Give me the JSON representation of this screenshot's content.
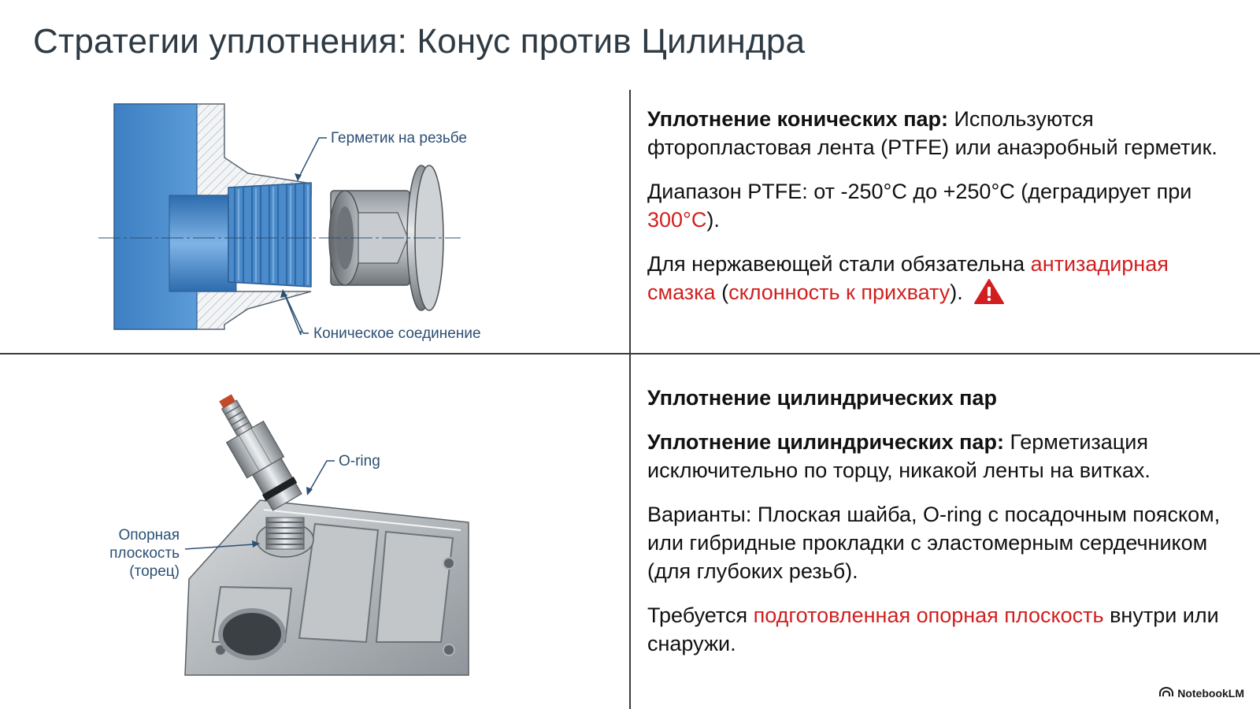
{
  "title": "Стратегии уплотнения: Конус против Цилиндра",
  "top_figure": {
    "label_sealant": "Герметик на резьбе",
    "label_conical": "Коническое соединение"
  },
  "bottom_figure": {
    "label_oring": "O-ring",
    "label_face_line1": "Опорная",
    "label_face_line2": "плоскость",
    "label_face_line3": "(торец)"
  },
  "conical": {
    "p1_bold": "Уплотнение конических пар:",
    "p1_text": " Используются фторопластовая лента (PTFE) или анаэробный герметик.",
    "p2_text1": "Диапазон PTFE: от -250°С до +250°С (деградирует при ",
    "p2_red": "300°С",
    "p2_text2": ").",
    "p3_text1": "Для нержавеющей стали обязательна ",
    "p3_red1": "антизадирная смазка",
    "p3_text2": " (",
    "p3_red2": "склонность к прихвату",
    "p3_text3": ").",
    "warning_icon": "warning-triangle-icon"
  },
  "cylindrical": {
    "heading": "Уплотнение цилиндрических пар",
    "p1_bold": "Уплотнение цилиндрических пар:",
    "p1_text": " Герметизация исключительно по торцу, никакой ленты на витках.",
    "p2_text": "Варианты: Плоская шайба, O-ring с посадочным пояском, или гибридные прокладки с эластомерным сердечником (для глубоких резьб).",
    "p3_text1": "Требуется ",
    "p3_red": "подготовленная опорная плоскость",
    "p3_text2": " внутри или снаружи."
  },
  "footer": {
    "brand": "NotebookLM",
    "icon": "notebooklm-logo-icon"
  },
  "colors": {
    "accent_red": "#d11f1f",
    "caption_blue": "#2c4f74",
    "title": "#2e3a44"
  }
}
